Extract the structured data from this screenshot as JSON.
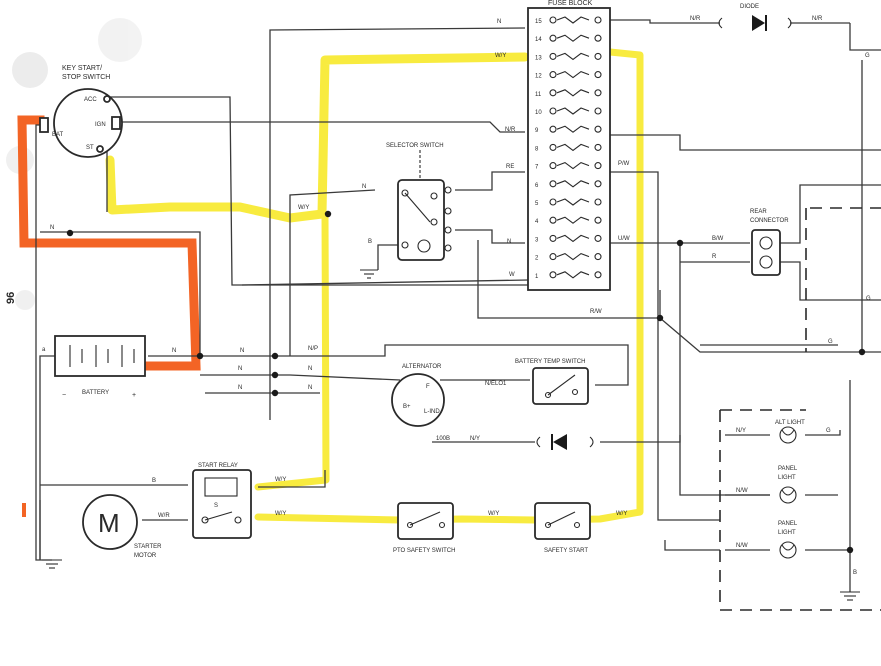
{
  "colors": {
    "highlight_yellow": "#f7e81e",
    "highlight_orange": "#f25c19",
    "ink": "#2a2a2a"
  },
  "components": {
    "key_switch": "KEY START/\nSTOP SWITCH",
    "key_terms": {
      "acc": "ACC",
      "bat": "BAT",
      "ign": "IGN",
      "st": "ST"
    },
    "fuse_block": "FUSE BLOCK",
    "diode": "DIODE",
    "selector_switch": "SELECTOR SWITCH",
    "rear_connector": "REAR\nCONNECTOR",
    "battery": "BATTERY",
    "battery_neg": "−",
    "battery_pos": "+",
    "battery_a": "a",
    "alternator": "ALTERNATOR",
    "alt_terms": {
      "bplus": "B+",
      "f": "F",
      "l": "L-IND"
    },
    "battery_temp_switch": "BATTERY TEMP SWITCH",
    "start_relay": "START RELAY",
    "starter_motor": "STARTER\nMOTOR",
    "starter_letter": "M",
    "pto_switch": "PTO SAFETY SWITCH",
    "safety_start": "SAFETY START",
    "alt_light": "ALT LIGHT",
    "panel_light_1": "PANEL\nLIGHT",
    "panel_light_2": "PANEL\nLIGHT"
  },
  "fuse_numbers": [
    "15",
    "14",
    "13",
    "12",
    "11",
    "10",
    "9",
    "8",
    "7",
    "6",
    "5",
    "4",
    "3",
    "2",
    "1"
  ],
  "wire_labels": {
    "n_top": "N",
    "wy_top": "W/Y",
    "nr_diode_left": "N/R",
    "nr_diode_right": "N/R",
    "g_right_top": "G",
    "nr_fuse9": "N/R",
    "re_fuse7": "RE",
    "pw_right": "P/W",
    "n_fuse3": "N",
    "uw_fuse3": "U/W",
    "bw_rear": "B/W",
    "r_rear": "R",
    "w_fuse1": "W",
    "rw_bottom": "R/W",
    "wy_key": "W/Y",
    "n_selector": "N",
    "b_selector": "B",
    "n_key_bottom": "N",
    "n_batt": "N",
    "n_a": "N",
    "n_b": "N",
    "n_c": "N",
    "np_alt": "N/P",
    "n_alt2": "N",
    "n_alt3": "N",
    "ne_alt": "N/ELO1",
    "g_mid": "G",
    "oob_alt": "100B",
    "ny_alt": "N/Y",
    "nw_alt_light": "N/Y",
    "g_alt_light": "G",
    "nw_panel1": "N/W",
    "nw_panel2": "N/W",
    "b_starter": "B",
    "wr_starter": "W/R",
    "wy_relay1": "W/Y",
    "wy_relay2": "W/Y",
    "wy_pto": "W/Y",
    "wy_safety": "W/Y",
    "g_far_right": "G",
    "b_ground_right": "B",
    "s_relay": "S",
    "side_mark": "96"
  }
}
